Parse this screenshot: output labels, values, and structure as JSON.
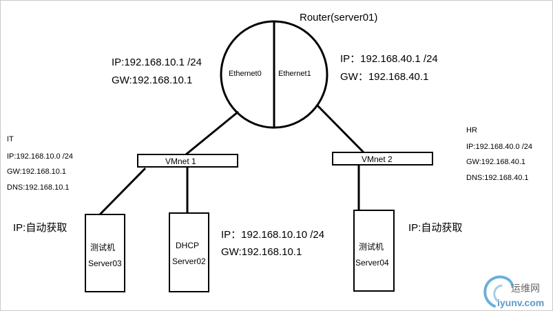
{
  "router": {
    "title": "Router(server01)",
    "eth0_label": "Ethernet0",
    "eth1_label": "Ethernet1",
    "eth0_ip": "IP:192.168.10.1 /24",
    "eth0_gw": "GW:192.168.10.1",
    "eth1_ip": "IP：192.168.40.1 /24",
    "eth1_gw": "GW：192.168.40.1"
  },
  "networks": {
    "it": {
      "name": "IT",
      "ip": "IP:192.168.10.0 /24",
      "gw": "GW:192.168.10.1",
      "dns": "DNS:192.168.10.1",
      "switch_label": "VMnet 1"
    },
    "hr": {
      "name": "HR",
      "ip": "IP:192.168.40.0 /24",
      "gw": "GW:192.168.40.1",
      "dns": "DNS:192.168.40.1",
      "switch_label": "VMnet 2"
    }
  },
  "hosts": {
    "server03": {
      "line1": "测试机",
      "line2": "Server03",
      "ip_note": "IP:自动获取"
    },
    "server02": {
      "line1": "DHCP",
      "line2": "Server02",
      "ip": "IP：192.168.10.10 /24",
      "gw": "GW:192.168.10.1"
    },
    "server04": {
      "line1": "测试机",
      "line2": "Server04",
      "ip_note": "IP:自动获取"
    }
  },
  "watermark": {
    "brand": "运维网",
    "domain": "iyunv.com"
  }
}
